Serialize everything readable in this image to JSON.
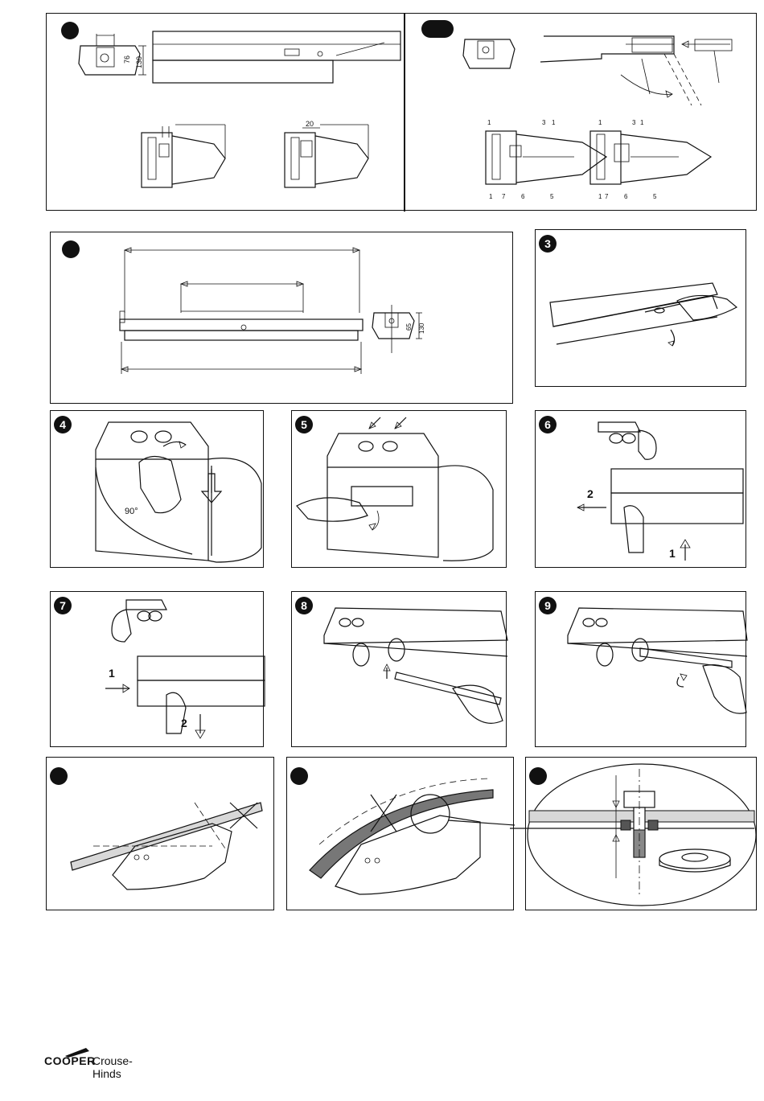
{
  "brand": {
    "name": "COOPER",
    "sub": "Crouse-Hinds"
  },
  "steps": {
    "s3": "3",
    "s4": "4",
    "s5": "5",
    "s6": "6",
    "s7": "7",
    "s8": "8",
    "s9": "9"
  },
  "panel1": {
    "dim_76": "76",
    "dim_130": "130",
    "dim_20": "20"
  },
  "panel2": {
    "callouts_a_top": [
      "1",
      "3",
      "1"
    ],
    "callouts_a_bottom": [
      "1",
      "7",
      "6",
      "5"
    ],
    "callouts_b_top": [
      "1",
      "3",
      "1"
    ],
    "callouts_b_bottom": [
      "1",
      "7",
      "6",
      "5"
    ]
  },
  "panelLong": {
    "dim_65": "65",
    "dim_130": "130"
  },
  "panel4": {
    "angle": "90°"
  },
  "panel6": {
    "arrow1": "1",
    "arrow2": "2"
  },
  "panel7": {
    "arrow1": "1",
    "arrow2": "2"
  }
}
